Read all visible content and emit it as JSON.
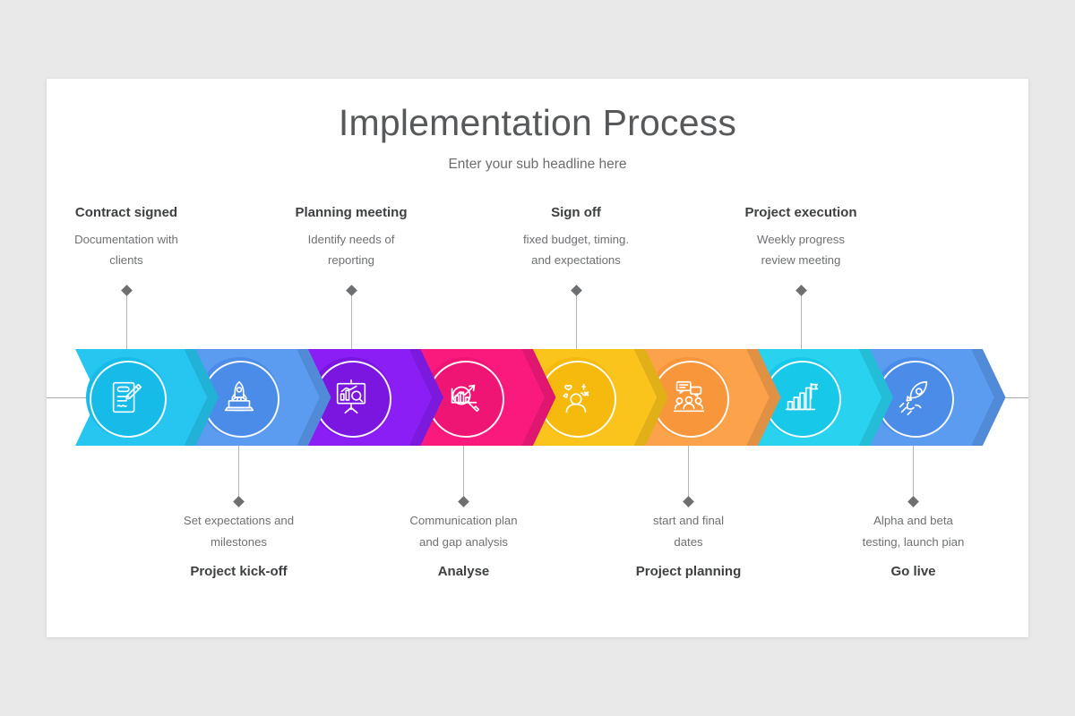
{
  "slide": {
    "title": "Implementation Process",
    "subtitle": "Enter your sub headline here",
    "background_color": "#e9e9ea",
    "card_color": "#ffffff",
    "baseline_color": "#a9abad",
    "connector_color": "#b4b6b8",
    "diamond_color": "#6d6f71",
    "title_color": "#56585a",
    "label_title_color": "#3d3f41",
    "label_desc_color": "#6e7072"
  },
  "steps": [
    {
      "index": 1,
      "title": "Contract signed",
      "desc_line1": "Documentation with",
      "desc_line2": "clients",
      "position": "top",
      "color": "#26c6f0",
      "circle_color": "#16bbe8",
      "icon": "contract-pen-icon"
    },
    {
      "index": 2,
      "title": "Project kick-off",
      "desc_line1": "Set expectations and",
      "desc_line2": "milestones",
      "position": "bottom",
      "color": "#5b9bf0",
      "circle_color": "#4a8ce8",
      "icon": "rocket-laptop-icon"
    },
    {
      "index": 3,
      "title": "Planning meeting",
      "desc_line1": "Identify needs of",
      "desc_line2": "reporting",
      "position": "top",
      "color": "#8a1ef5",
      "circle_color": "#7a16e0",
      "icon": "presentation-analysis-icon"
    },
    {
      "index": 4,
      "title": "Analyse",
      "desc_line1": "Communication plan",
      "desc_line2": "and gap analysis",
      "position": "bottom",
      "color": "#fa1a7e",
      "circle_color": "#ee1574",
      "icon": "chart-magnifier-icon"
    },
    {
      "index": 5,
      "title": "Sign off",
      "desc_line1": "fixed budget, timing.",
      "desc_line2": "and expectations",
      "position": "top",
      "color": "#fbc41c",
      "circle_color": "#f5ba0d",
      "icon": "idea-person-icon"
    },
    {
      "index": 6,
      "title": "Project planning",
      "desc_line1": "start and final",
      "desc_line2": "dates",
      "position": "bottom",
      "color": "#fba24b",
      "circle_color": "#f7963a",
      "icon": "team-meeting-icon"
    },
    {
      "index": 7,
      "title": "Project execution",
      "desc_line1": "Weekly progress",
      "desc_line2": "review meeting",
      "position": "top",
      "color": "#29d3f0",
      "circle_color": "#18c8e8",
      "icon": "growth-flag-icon"
    },
    {
      "index": 8,
      "title": "Go live",
      "desc_line1": "Alpha and beta",
      "desc_line2": "testing, launch pian",
      "position": "bottom",
      "color": "#5b9bf0",
      "circle_color": "#4a8ce8",
      "icon": "rocket-launch-icon"
    }
  ]
}
